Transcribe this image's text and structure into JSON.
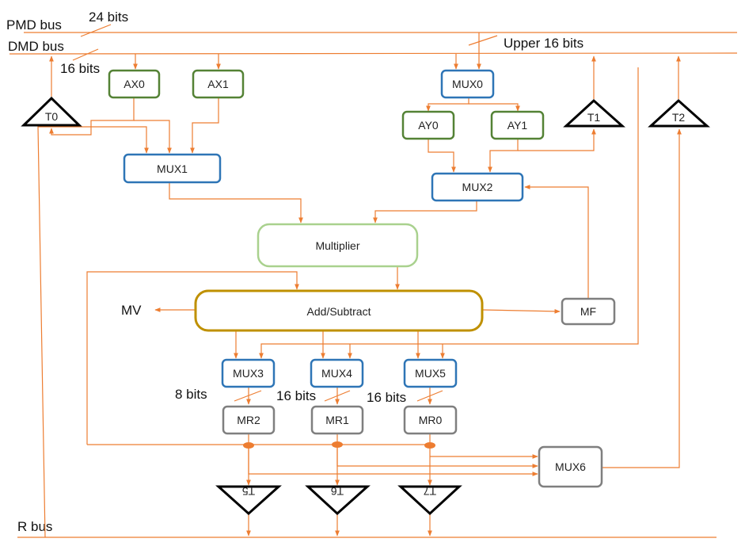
{
  "colors": {
    "wire": "#ED7D31",
    "register_green": "#548235",
    "mux_blue": "#2E75B6",
    "multiplier_green": "#A9D18E",
    "adder_gold": "#BF9000",
    "gray": "#7F7F7F",
    "triangle": "#000000"
  },
  "labels": {
    "pmd_bus": "PMD bus",
    "dmd_bus": "DMD bus",
    "r_bus": "R bus",
    "bits_24": "24 bits",
    "bits_16_left": "16 bits",
    "upper_16": "Upper 16 bits",
    "mv": "MV",
    "bits_8": "8 bits",
    "bits_16_mr1": "16 bits",
    "bits_16_mr0": "16 bits"
  },
  "blocks": {
    "ax0": "AX0",
    "ax1": "AX1",
    "mux0": "MUX0",
    "ay0": "AY0",
    "ay1": "AY1",
    "mux1": "MUX1",
    "mux2": "MUX2",
    "multiplier": "Multiplier",
    "add_subtract": "Add/Subtract",
    "mf": "MF",
    "mux3": "MUX3",
    "mux4": "MUX4",
    "mux5": "MUX5",
    "mr2": "MR2",
    "mr1": "MR1",
    "mr0": "MR0",
    "mux6": "MUX6"
  },
  "buffers": {
    "t0": "T0",
    "t1": "T1",
    "t2": "T2",
    "t5": "T5",
    "t6": "T6",
    "t7": "T7"
  }
}
